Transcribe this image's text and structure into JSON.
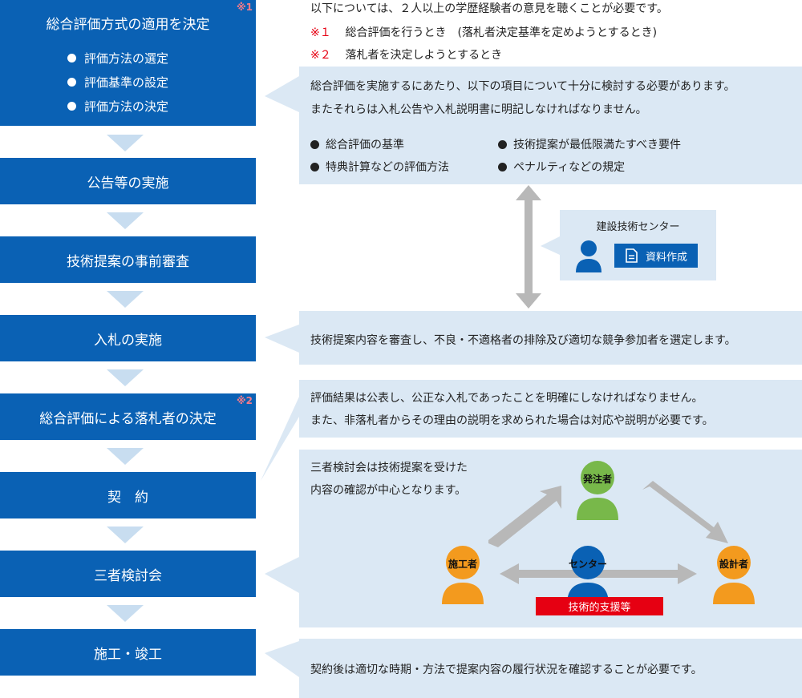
{
  "steps": [
    {
      "label": "総合評価方式の適用を決定",
      "mark": "※1",
      "bullets": [
        "評価方法の選定",
        "評価基準の設定",
        "評価方法の決定"
      ]
    },
    {
      "label": "公告等の実施"
    },
    {
      "label": "技術提案の事前審査"
    },
    {
      "label": "入札の実施"
    },
    {
      "label": "総合評価による落札者の決定",
      "mark": "※2"
    },
    {
      "label": "契　約"
    },
    {
      "label": "三者検討会"
    },
    {
      "label": "施工・竣工"
    }
  ],
  "notes": {
    "intro": "以下については、２人以上の学歴経験者の意見を聴くことが必要です。",
    "n1_mark": "※１",
    "n1_text": "総合評価を行うとき　(落札者決定基準を定めようとするとき)",
    "n2_mark": "※２",
    "n2_text": "落札者を決定しようとするとき"
  },
  "panel1": {
    "line1": "総合評価を実施するにあたり、以下の項目について十分に検討する必要があります。",
    "line2": "またそれらは入札公告や入札説明書に明記しなければなりません。",
    "bullets": [
      "総合評価の基準",
      "特典計算などの評価方法",
      "技術提案が最低限満たすべき要件",
      "ペナルティなどの規定"
    ]
  },
  "center_box": {
    "title": "建設技術センター",
    "doc_button": "資料作成"
  },
  "panel2": {
    "text": "技術提案内容を審査し、不良・不適格者の排除及び適切な競争参加者を選定します。"
  },
  "panel3": {
    "line1": "評価結果は公表し、公正な入札であったことを明確にしなければなりません。",
    "line2": "また、非落札者からその理由の説明を求められた場合は対応や説明が必要です。"
  },
  "panel4": {
    "line1": "三者検討会は技術提案を受けた",
    "line2": "内容の確認が中心となります。",
    "orderer": "発注者",
    "contractor": "施工者",
    "center": "センター",
    "designer": "設計者",
    "support": "技術的支援等"
  },
  "panel5": {
    "text": "契約後は適切な時期・方法で提案内容の履行状況を確認することが必要です。"
  },
  "colors": {
    "step_blue": "#0a61b4",
    "panel_bg": "#dbe8f4",
    "accent_red": "#e60012",
    "person_green": "#78b84a",
    "person_orange": "#f39a1e",
    "person_blue": "#0a61b4"
  }
}
